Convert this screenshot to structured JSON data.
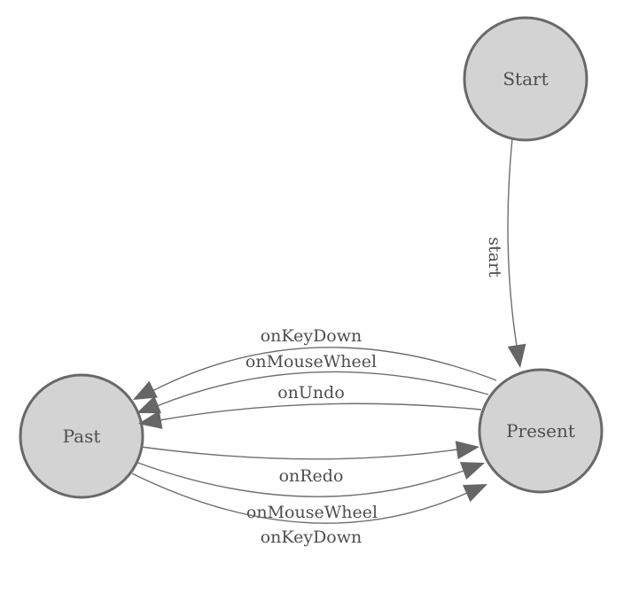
{
  "diagram": {
    "nodes": [
      {
        "id": "start",
        "label": "Start"
      },
      {
        "id": "present",
        "label": "Present"
      },
      {
        "id": "past",
        "label": "Past"
      }
    ],
    "edges": [
      {
        "from": "start",
        "to": "present",
        "label": "start"
      },
      {
        "from": "present",
        "to": "past",
        "label": "onKeyDown"
      },
      {
        "from": "present",
        "to": "past",
        "label": "onMouseWheel"
      },
      {
        "from": "present",
        "to": "past",
        "label": "onUndo"
      },
      {
        "from": "past",
        "to": "present",
        "label": "onRedo"
      },
      {
        "from": "past",
        "to": "present",
        "label": "onMouseWheel"
      },
      {
        "from": "past",
        "to": "present",
        "label": "onKeyDown"
      }
    ],
    "colors": {
      "node_fill": "#d3d3d3",
      "node_border": "#696969",
      "edge_line": "#6e6e6e",
      "arrowhead": "#666666",
      "label_text": "#4d4d4d",
      "background": "#ffffff"
    }
  }
}
